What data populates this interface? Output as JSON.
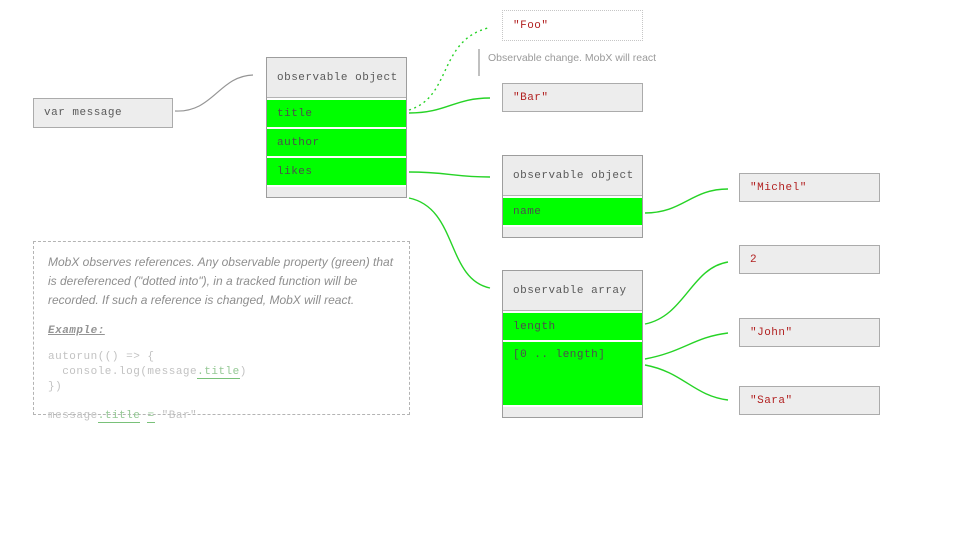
{
  "boxes": {
    "var_message": {
      "label": "var message"
    },
    "object1": {
      "header": "observable object",
      "rows": [
        "title",
        "author",
        "likes"
      ]
    },
    "foo": {
      "label": "\"Foo\""
    },
    "bar": {
      "label": "\"Bar\""
    },
    "object2": {
      "header": "observable object",
      "rows": [
        "name"
      ]
    },
    "michel": {
      "label": "\"Michel\""
    },
    "array1": {
      "header": "observable array",
      "rows": [
        "length",
        "[0 .. length]"
      ]
    },
    "two": {
      "label": "2"
    },
    "john": {
      "label": "\"John\""
    },
    "sara": {
      "label": "\"Sara\""
    }
  },
  "annotations": {
    "observable_change": "Observable change. MobX will react"
  },
  "note": {
    "lines": [
      "MobX observes references. Any observable property (green) that",
      "is dereferenced (\"dotted into\"), in a tracked function will be",
      "recorded. If such a reference is changed, MobX will react."
    ],
    "example_label": "Example:",
    "code": {
      "line1": "autorun(() => {",
      "line2_pre": "  console.log(message",
      "line2_green": ".title",
      "line2_post": ")",
      "line3": "})",
      "line4_pre": "message",
      "line4_green": ".title",
      "line4_space": " ",
      "line4_eq": "=",
      "line4_tail": " \"Bar\""
    }
  },
  "colors": {
    "observable_green": "#00ff00",
    "arrow_green": "#26d326",
    "value_red": "#b22222",
    "box_fill": "#ededed",
    "box_border": "#ababab"
  }
}
